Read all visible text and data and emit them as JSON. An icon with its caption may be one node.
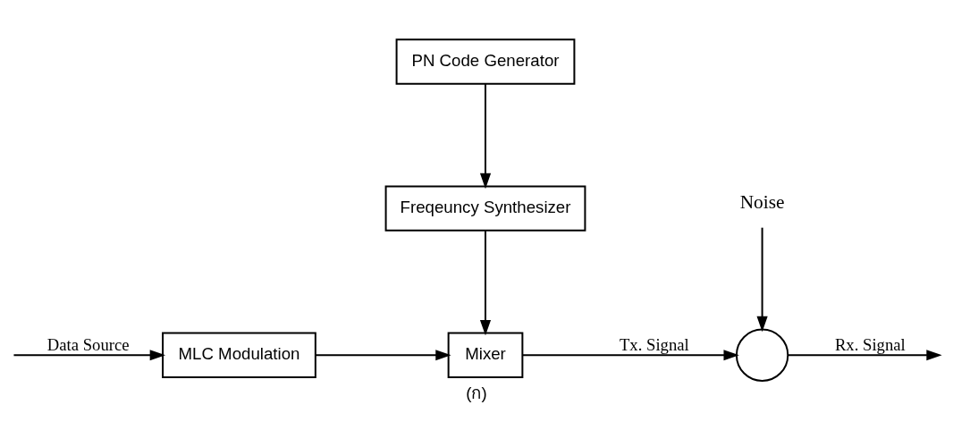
{
  "diagram": {
    "caption": "(ก)",
    "nodes": [
      {
        "text": [
          "MLC Modulation"
        ]
      },
      {
        "text": [
          "Mixer"
        ]
      },
      {
        "text": [],
        "shape": "circle"
      },
      {
        "text": [
          "Freqeuncy Synthesizer"
        ]
      },
      {
        "text": [
          "PN Code Generator"
        ]
      },
      {
        "text": [
          "Noise"
        ]
      }
    ],
    "edges": [
      {
        "from": null,
        "to": 0,
        "arrow": "to",
        "label": "Data Source"
      },
      {
        "from": 0,
        "to": 1,
        "arrow": "to"
      },
      {
        "from": 1,
        "to": 2,
        "arrow": "to",
        "label": "Tx. Signal"
      },
      {
        "from": 2,
        "to": null,
        "arrow": "to",
        "label": "Rx. Signal"
      },
      {
        "from": 3,
        "to": 1,
        "arrow": "to"
      },
      {
        "from": 4,
        "to": 3,
        "arrow": "to"
      },
      {
        "from": 5,
        "to": 2,
        "arrow": "to"
      }
    ]
  }
}
